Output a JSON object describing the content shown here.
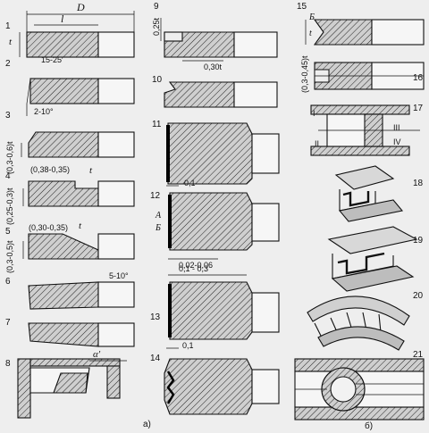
{
  "left_column": {
    "item_1": {
      "number": "1",
      "dim_D": "D",
      "dim_l": "l",
      "dim_t": "t"
    },
    "item_2": {
      "number": "2",
      "angle": "15-25′"
    },
    "item_3": {
      "number": "3",
      "angle": "2-10°",
      "dim": "(0,3-0,6)t"
    },
    "item_4": {
      "number": "4",
      "dim_h": "(0,38-0,35)",
      "dim_t": "t",
      "dim_v": "(0,25-0,3)t"
    },
    "item_5": {
      "number": "5",
      "dim_h": "(0,30-0,35)",
      "dim_t": "t",
      "dim_v": "(0,3-0,5)t"
    },
    "item_6": {
      "number": "6",
      "angle": "5-10°"
    },
    "item_7": {
      "number": "7"
    },
    "item_8": {
      "number": "8",
      "angle": "α′"
    }
  },
  "middle_column": {
    "item_9": {
      "number": "9",
      "dim_v": "0,25t",
      "dim_h": "0,30t"
    },
    "item_10": {
      "number": "10"
    },
    "item_11": {
      "number": "11"
    },
    "item_12": {
      "number": "12",
      "dim_top": "0,1",
      "label_A": "А",
      "label_B": "Б",
      "dim_bottom": "0,02-0,06"
    },
    "item_13": {
      "number": "13",
      "dim_top": "0,1 - 0,3"
    },
    "item_14": {
      "number": "14",
      "dim_top": "0,1"
    }
  },
  "right_column": {
    "item_15": {
      "number": "15",
      "label_B": "Б",
      "label_t": "t"
    },
    "item_16": {
      "number": "16",
      "dim": "(0,3-0,45)t"
    },
    "item_17": {
      "number": "17",
      "I": "I",
      "II": "II",
      "III": "III",
      "IV": "IV"
    },
    "item_18": {
      "number": "18"
    },
    "item_19": {
      "number": "19"
    },
    "item_20": {
      "number": "20"
    },
    "item_21": {
      "number": "21"
    }
  },
  "captions": {
    "a": "а)",
    "b": "б)"
  }
}
